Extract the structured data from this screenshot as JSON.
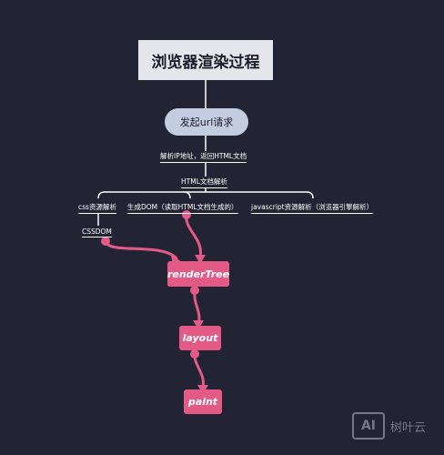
{
  "title": "浏览器渲染过程",
  "start": "发起url请求",
  "step_dns": "解析IP地址，返回HTML文档",
  "step_html": "HTML文档解析",
  "branch_css": "css资源解析",
  "branch_dom": "生成DOM（读取HTML文档生成的）",
  "branch_js": "javascript资源解析（浏览器引擎解析）",
  "cssdom": "CSSDOM",
  "render_tree": "renderTree",
  "layout": "layout",
  "paint": "paint",
  "watermark": {
    "logo": "AI",
    "text": "树叶云"
  },
  "colors": {
    "background": "#222433",
    "accent": "#e35a86",
    "line": "#ffffff"
  }
}
